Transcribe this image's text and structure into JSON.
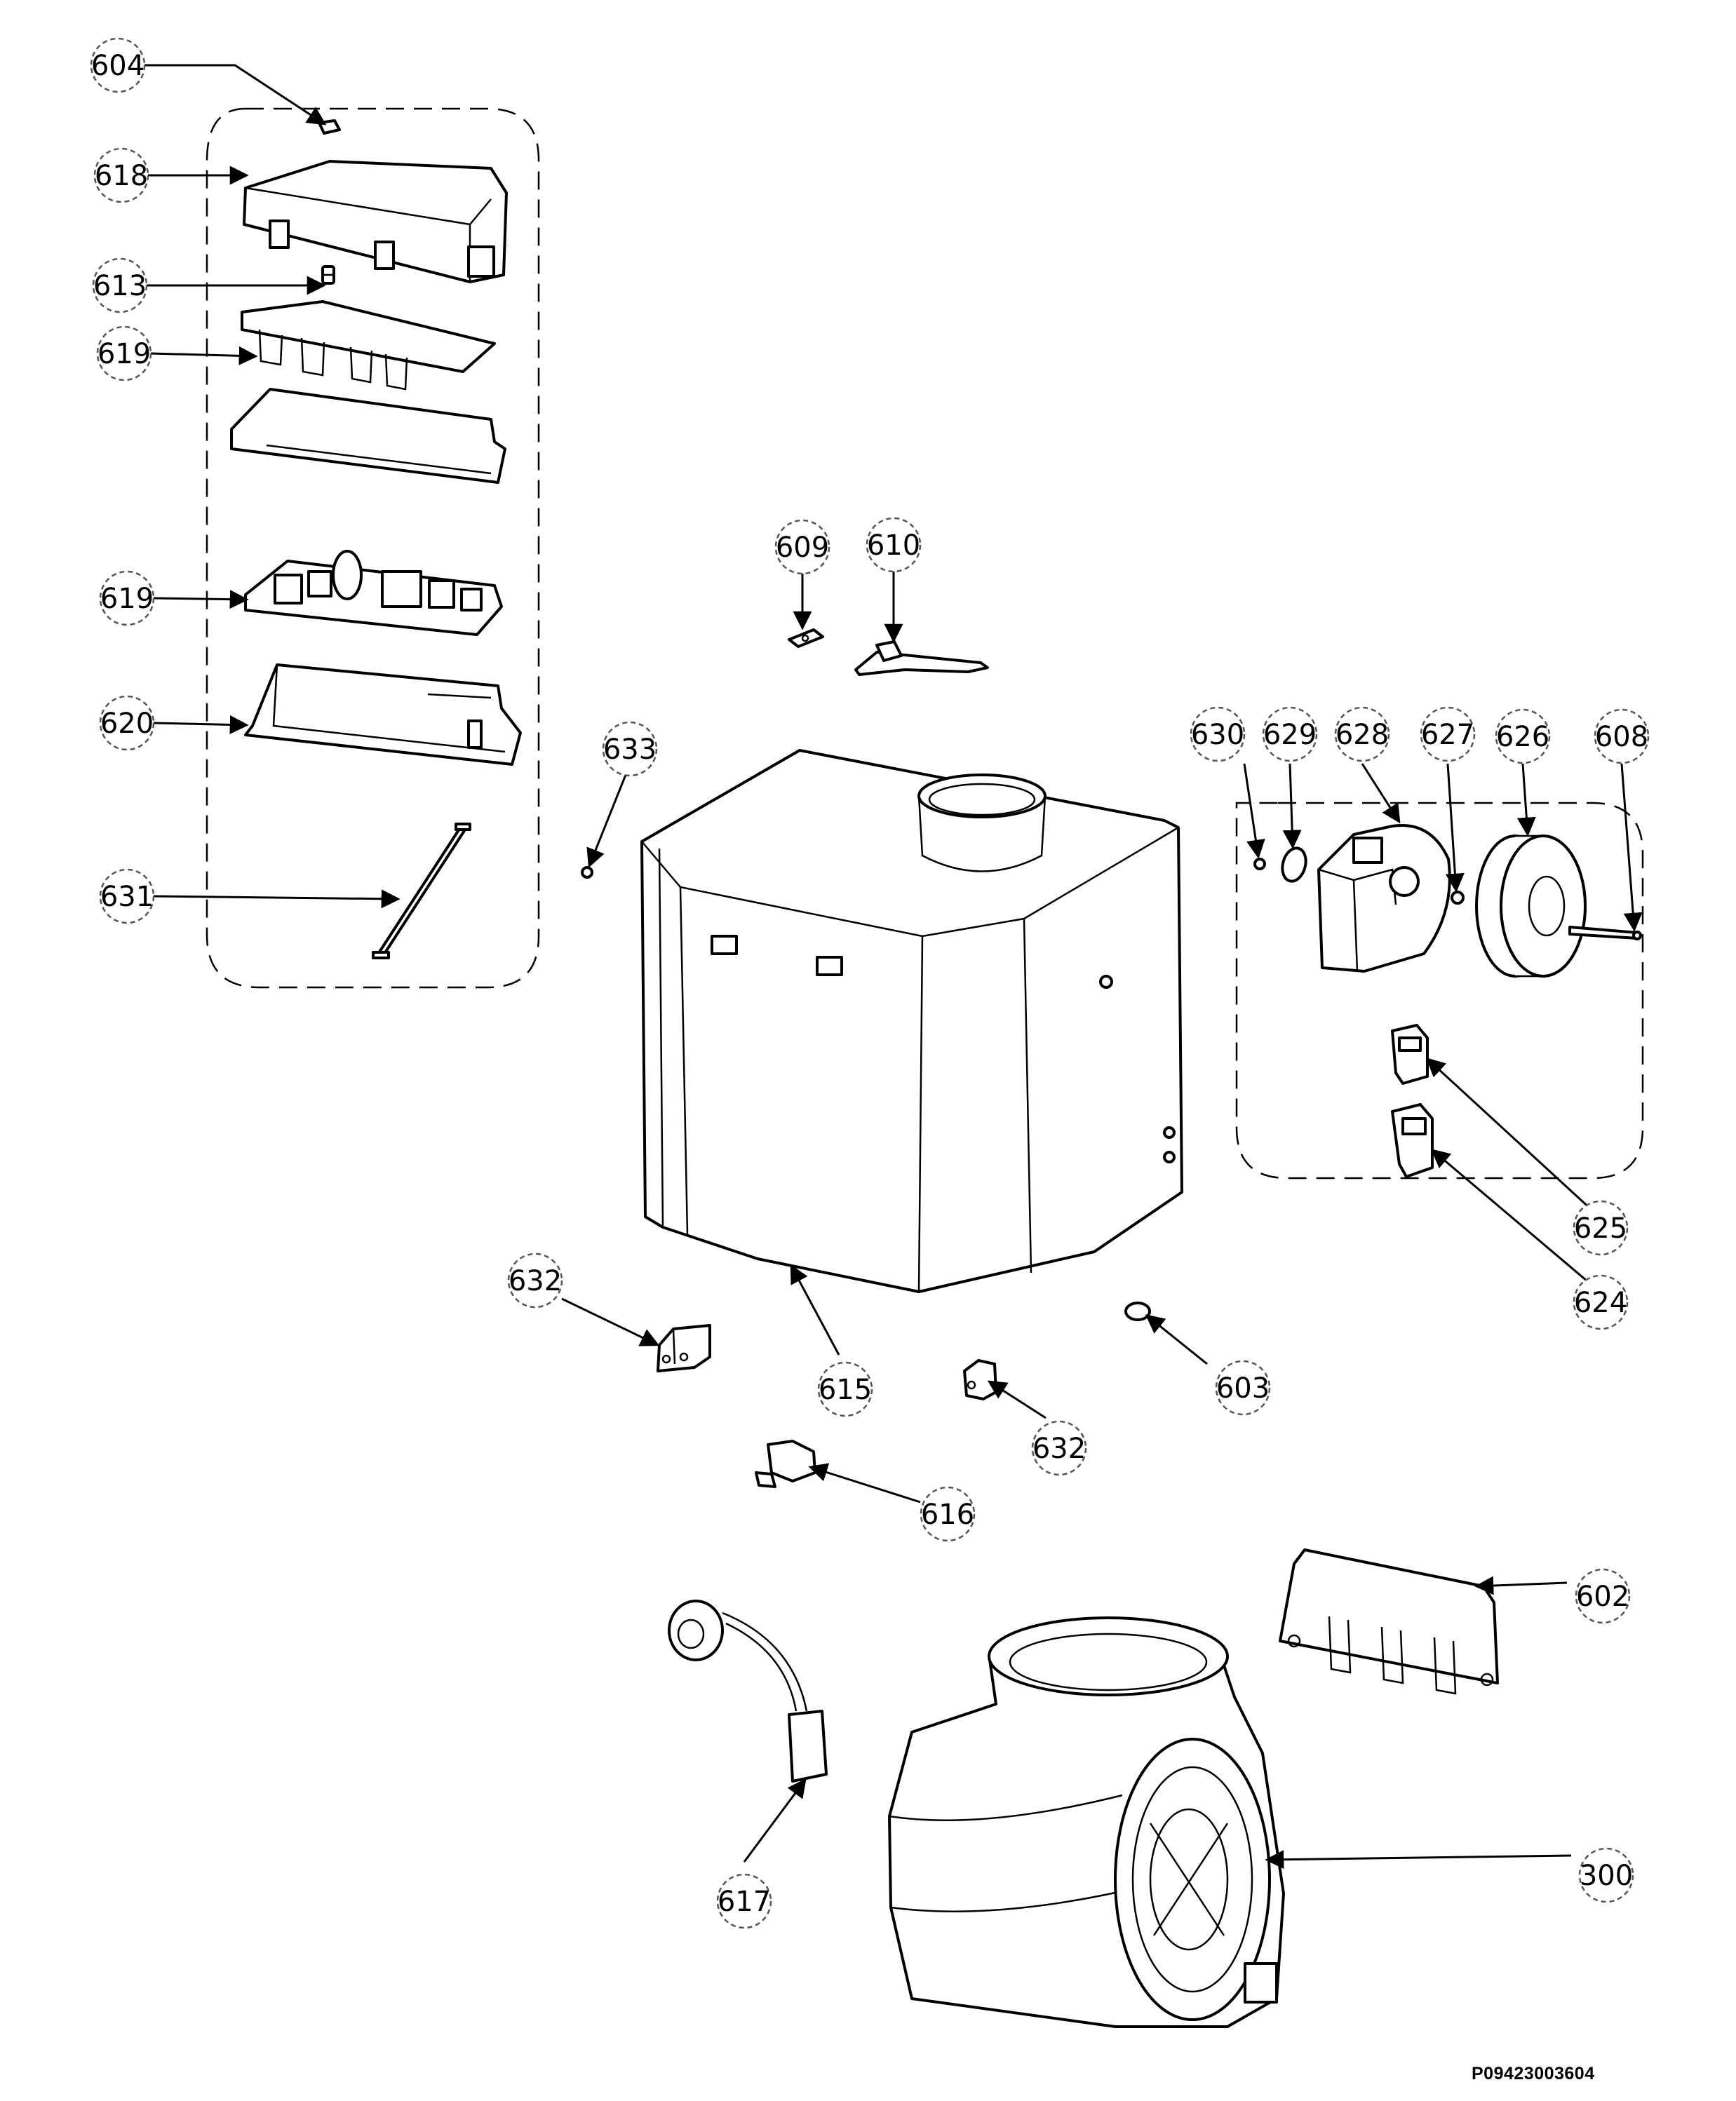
{
  "drawing": {
    "reference": "P09423003604",
    "callouts": [
      {
        "id": "c604",
        "label": "604"
      },
      {
        "id": "c618",
        "label": "618"
      },
      {
        "id": "c613",
        "label": "613"
      },
      {
        "id": "c619a",
        "label": "619"
      },
      {
        "id": "c619b",
        "label": "619"
      },
      {
        "id": "c620",
        "label": "620"
      },
      {
        "id": "c631",
        "label": "631"
      },
      {
        "id": "c609",
        "label": "609"
      },
      {
        "id": "c610",
        "label": "610"
      },
      {
        "id": "c633",
        "label": "633"
      },
      {
        "id": "c630",
        "label": "630"
      },
      {
        "id": "c629",
        "label": "629"
      },
      {
        "id": "c628",
        "label": "628"
      },
      {
        "id": "c627",
        "label": "627"
      },
      {
        "id": "c626",
        "label": "626"
      },
      {
        "id": "c608",
        "label": "608"
      },
      {
        "id": "c625",
        "label": "625"
      },
      {
        "id": "c624",
        "label": "624"
      },
      {
        "id": "c632a",
        "label": "632"
      },
      {
        "id": "c615",
        "label": "615"
      },
      {
        "id": "c603",
        "label": "603"
      },
      {
        "id": "c632b",
        "label": "632"
      },
      {
        "id": "c616",
        "label": "616"
      },
      {
        "id": "c602",
        "label": "602"
      },
      {
        "id": "c617",
        "label": "617"
      },
      {
        "id": "c300",
        "label": "300"
      }
    ]
  }
}
